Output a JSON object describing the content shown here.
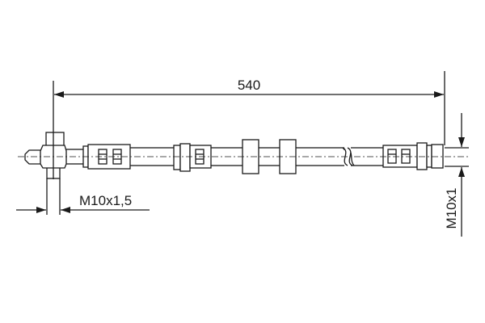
{
  "drawing": {
    "length_dimension": "540",
    "left_thread": "M10x1,5",
    "right_thread": "M10x1",
    "line_color": "#1a1a1a",
    "background": "#ffffff"
  }
}
